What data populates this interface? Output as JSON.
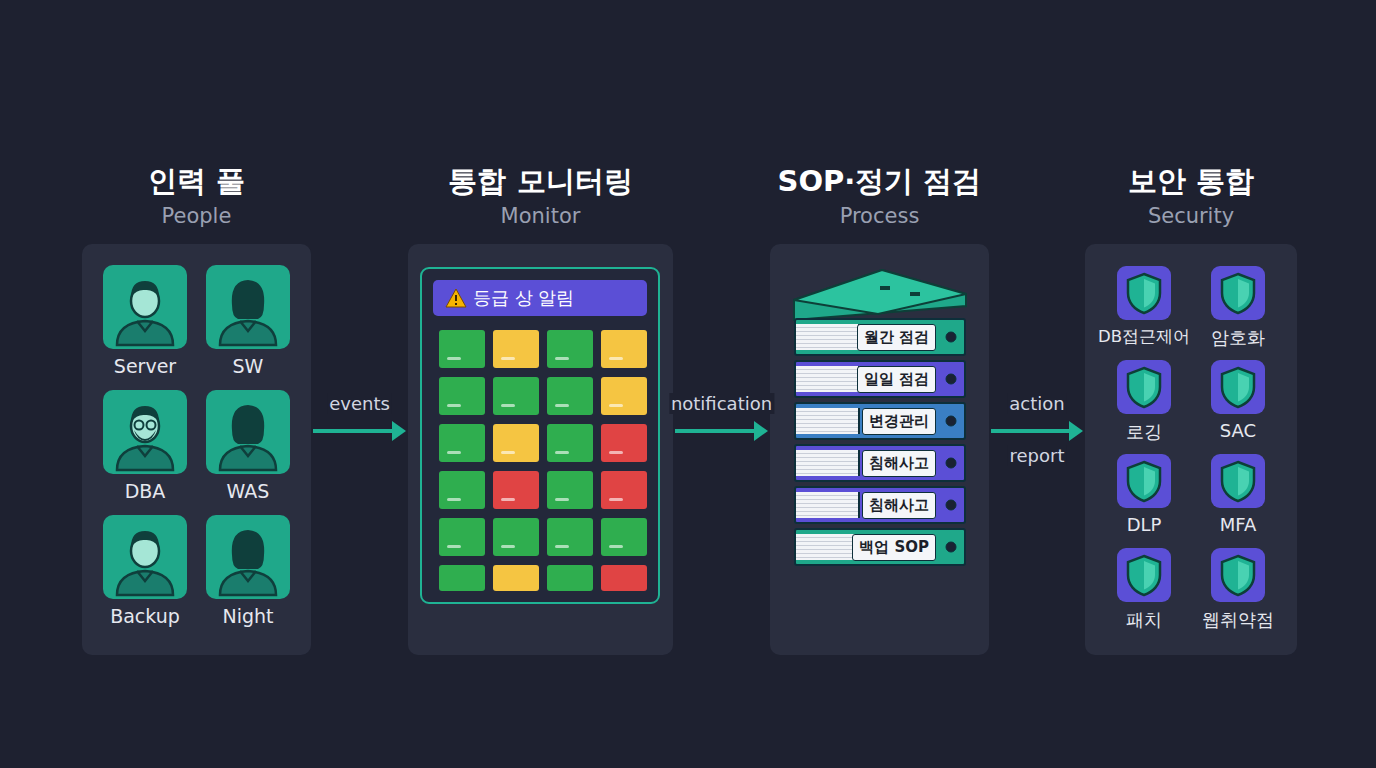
{
  "diagram": {
    "nodes": [
      {
        "text": [
          "인력 풀",
          "People"
        ]
      },
      {
        "text": [
          "Server"
        ],
        "in": 0
      },
      {
        "text": [
          "SW"
        ],
        "in": 0
      },
      {
        "text": [
          "DBA"
        ],
        "in": 0
      },
      {
        "text": [
          "WAS"
        ],
        "in": 0
      },
      {
        "text": [
          "Backup"
        ],
        "in": 0
      },
      {
        "text": [
          "Night"
        ],
        "in": 0
      },
      {
        "text": [
          "통합 모니터링",
          "Monitor"
        ]
      },
      {
        "text": [
          "등급 상 알림"
        ],
        "in": 7
      },
      {
        "text": [
          "SOP·정기 점검",
          "Process"
        ]
      },
      {
        "text": [
          "월간 점검"
        ],
        "in": 9
      },
      {
        "text": [
          "일일 점검"
        ],
        "in": 9
      },
      {
        "text": [
          "변경관리"
        ],
        "in": 9
      },
      {
        "text": [
          "침해사고"
        ],
        "in": 9
      },
      {
        "text": [
          "침해사고"
        ],
        "in": 9
      },
      {
        "text": [
          "백업 SOP"
        ],
        "in": 9
      },
      {
        "text": [
          "보안 통합",
          "Security"
        ]
      },
      {
        "text": [
          "DB접근제어"
        ],
        "in": 16
      },
      {
        "text": [
          "암호화"
        ],
        "in": 16
      },
      {
        "text": [
          "로깅"
        ],
        "in": 16
      },
      {
        "text": [
          "SAC"
        ],
        "in": 16
      },
      {
        "text": [
          "DLP"
        ],
        "in": 16
      },
      {
        "text": [
          "MFA"
        ],
        "in": 16
      },
      {
        "text": [
          "패치"
        ],
        "in": 16
      },
      {
        "text": [
          "웹취약점"
        ],
        "in": 16
      }
    ],
    "edges": [
      {
        "from": 0,
        "to": 7,
        "label": "events",
        "arrow": "to"
      },
      {
        "from": 7,
        "to": 9,
        "label": "notification",
        "arrow": "to"
      },
      {
        "from": 9,
        "to": 16,
        "label": "action",
        "arrow": "to"
      }
    ],
    "labels": [
      "report"
    ]
  }
}
